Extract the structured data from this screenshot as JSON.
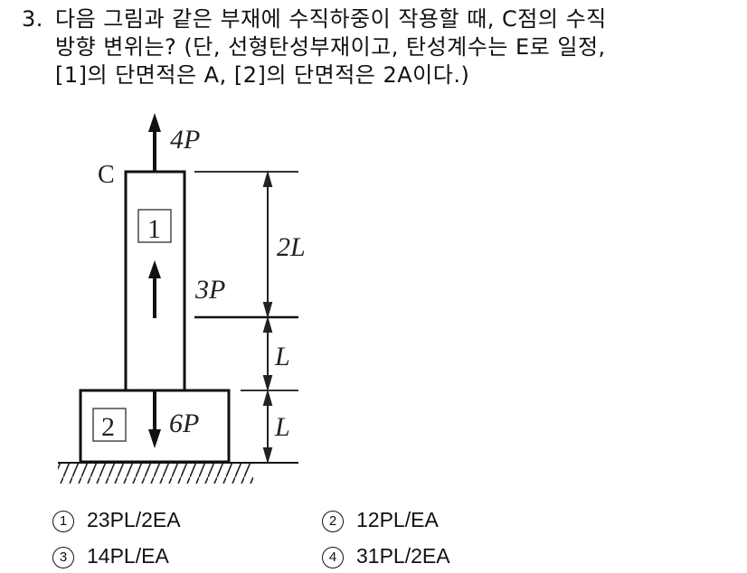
{
  "question": {
    "number": "3.",
    "lines": [
      "다음 그림과 같은 부재에 수직하중이 작용할 때, C점의 수직",
      "방향 변위는? (단, 선형탄성부재이고, 탄성계수는 E로 일정,",
      "[1]의 단면적은 A, [2]의 단면적은 2A이다.)"
    ]
  },
  "diagram": {
    "point_label": "C",
    "member1_label": "1",
    "member2_label": "2",
    "loads": {
      "top": "4P",
      "middle": "3P",
      "bottom": "6P"
    },
    "dimensions": {
      "upper": "2L",
      "middle": "L",
      "lower": "L"
    }
  },
  "choices": [
    {
      "mark": "1",
      "text": "23PL/2EA"
    },
    {
      "mark": "2",
      "text": "12PL/EA"
    },
    {
      "mark": "3",
      "text": "14PL/EA"
    },
    {
      "mark": "4",
      "text": "31PL/2EA"
    }
  ]
}
